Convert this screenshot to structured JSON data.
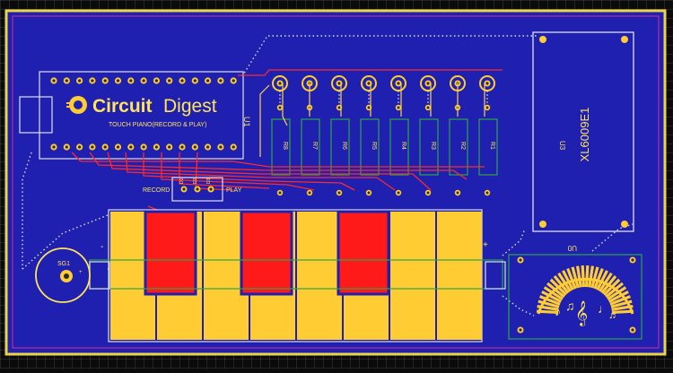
{
  "colors": {
    "background": "#0b0b0b",
    "grid": "#4a4a4a",
    "board_blue": "#1f1fb0",
    "board_edge": "#e8d64a",
    "copper_pad": "#ffcc33",
    "key_red": "#ff1a1a",
    "trace_red": "#ff2a2a",
    "trace_yellow": "#ffd24a",
    "silkscreen": "#ffe45a",
    "drill": "#2a2a2a",
    "ratsnest": "#e0e0e0",
    "outline_green": "#2aa84a",
    "outline_magenta": "#c02a9a",
    "via_green": "#3bd06a"
  },
  "logo": {
    "brand": "CircuitDigest",
    "brand_part1": "Circuit",
    "brand_part2": "Digest",
    "subtitle": "TOUCH PIANO(RECORD & PLAY)",
    "icon": "circuit-chip-icon"
  },
  "labels": {
    "u1": "U1",
    "record": "RECORD",
    "play": "PLAY",
    "sg1": "SG1",
    "module": "XL6009E1",
    "module_ref": "U3",
    "u0": "U0",
    "plus": "+",
    "minus": "-",
    "header_pin_labels": [
      "D1",
      "D2",
      "D3"
    ]
  },
  "resistors": [
    "R8",
    "R7",
    "R6",
    "R5",
    "R4",
    "R3",
    "R2",
    "R1"
  ],
  "decorations": {
    "music_notes": [
      "♪",
      "♫",
      "𝄞",
      "♩",
      "♬"
    ]
  }
}
